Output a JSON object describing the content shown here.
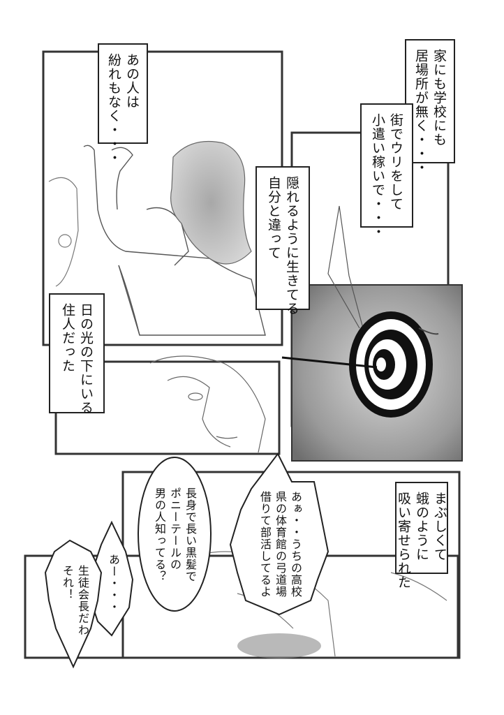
{
  "captions": {
    "top_left": "あの人は\n紛れもなく・・・",
    "top_right_a": "家にも学校にも\n居場所が無く・・・",
    "top_right_b": "街でウリをして\n小遣い稼いで・・・",
    "middle": "隠れるように生きてる\n自分と違って",
    "left_mid": "日の光の下にいる\n住人だった",
    "bottom_right": "まぶしくて\n蛾のように\n吸い寄せられた"
  },
  "bubbles": {
    "club": "あぁ・・うちの高校\n県の体育館の弓道場\n借りて部活してるよ",
    "question": "長身で長い黒髪で\nポニーテールの\n男の人知ってる？",
    "ah": "あー・・・",
    "president": "生徒会長だわ\nそれ！"
  }
}
